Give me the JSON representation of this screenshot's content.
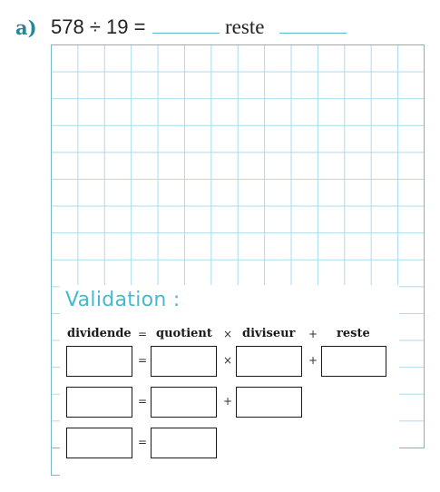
{
  "exercise": {
    "part_label": "a)",
    "expression": "578 ÷ 19 =",
    "reste_label": "reste"
  },
  "validation": {
    "title": "Validation :",
    "headers": {
      "dividende": "dividende",
      "equals": "=",
      "quotient": "quotient",
      "times": "×",
      "diviseur": "diviseur",
      "plus": "+",
      "reste": "reste"
    },
    "row1": {
      "eq": "=",
      "times": "×",
      "plus": "+"
    },
    "row2": {
      "eq": "=",
      "plus": "+"
    },
    "row3": {
      "eq": "="
    }
  },
  "colors": {
    "accent_label": "#1f8a93",
    "validation_title": "#48b8cc",
    "grid_line": "#a8dcec",
    "answer_line": "#5ab9cf"
  }
}
